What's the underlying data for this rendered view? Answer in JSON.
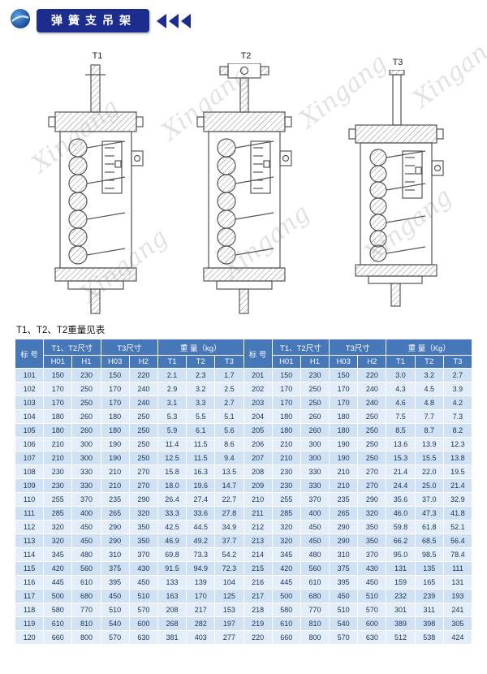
{
  "page": {
    "header": {
      "title": "弹簧支吊架"
    },
    "figures": [
      {
        "label": "T1"
      },
      {
        "label": "T2"
      },
      {
        "label": "T3"
      }
    ],
    "caption": "T1、T2、T2重量见表",
    "watermark": "Xingang"
  },
  "colors": {
    "brand_navy": "#1c2d8e",
    "table_header_blue": "#4677b9",
    "row_blue": "#cfe1f3",
    "row_blue_light": "#e4eefa"
  },
  "table": {
    "header": {
      "label_col": "标 号",
      "t1t2_size": "T1、T2尺寸",
      "t3_size": "T3尺寸",
      "weight_left": "重 量（kg）",
      "weight_right": "重 量（Kg）",
      "sub": [
        "H01",
        "H1",
        "H03",
        "H2",
        "T1",
        "T2",
        "T3"
      ]
    },
    "rows": [
      [
        "101",
        "150",
        "230",
        "150",
        "220",
        "2.1",
        "2.3",
        "1.7",
        "201",
        "150",
        "230",
        "150",
        "220",
        "3.0",
        "3.2",
        "2.7"
      ],
      [
        "102",
        "170",
        "250",
        "170",
        "240",
        "2.9",
        "3.2",
        "2.5",
        "202",
        "170",
        "250",
        "170",
        "240",
        "4.3",
        "4.5",
        "3.9"
      ],
      [
        "103",
        "170",
        "250",
        "170",
        "240",
        "3.1",
        "3.3",
        "2.7",
        "203",
        "170",
        "250",
        "170",
        "240",
        "4.6",
        "4.8",
        "4.2"
      ],
      [
        "104",
        "180",
        "260",
        "180",
        "250",
        "5.3",
        "5.5",
        "5.1",
        "204",
        "180",
        "260",
        "180",
        "250",
        "7.5",
        "7.7",
        "7.3"
      ],
      [
        "105",
        "180",
        "260",
        "180",
        "250",
        "5.9",
        "6.1",
        "5.6",
        "205",
        "180",
        "260",
        "180",
        "250",
        "8.5",
        "8.7",
        "8.2"
      ],
      [
        "106",
        "210",
        "300",
        "190",
        "250",
        "11.4",
        "11.5",
        "8.6",
        "206",
        "210",
        "300",
        "190",
        "250",
        "13.6",
        "13.9",
        "12.3"
      ],
      [
        "107",
        "210",
        "300",
        "190",
        "250",
        "12.5",
        "11.5",
        "9.4",
        "207",
        "210",
        "300",
        "190",
        "250",
        "15.3",
        "15.5",
        "13.8"
      ],
      [
        "108",
        "230",
        "330",
        "210",
        "270",
        "15.8",
        "16.3",
        "13.5",
        "208",
        "230",
        "330",
        "210",
        "270",
        "21.4",
        "22.0",
        "19.5"
      ],
      [
        "109",
        "230",
        "330",
        "210",
        "270",
        "18.0",
        "19.6",
        "14.7",
        "209",
        "230",
        "330",
        "210",
        "270",
        "24.4",
        "25.0",
        "21.4"
      ],
      [
        "110",
        "255",
        "370",
        "235",
        "290",
        "26.4",
        "27.4",
        "22.7",
        "210",
        "255",
        "370",
        "235",
        "290",
        "35.6",
        "37.0",
        "32.9"
      ],
      [
        "111",
        "285",
        "400",
        "265",
        "320",
        "33.3",
        "33.6",
        "27.8",
        "211",
        "285",
        "400",
        "265",
        "320",
        "46.0",
        "47.3",
        "41.8"
      ],
      [
        "112",
        "320",
        "450",
        "290",
        "350",
        "42.5",
        "44.5",
        "34.9",
        "212",
        "320",
        "450",
        "290",
        "350",
        "59.8",
        "61.8",
        "52.1"
      ],
      [
        "113",
        "320",
        "450",
        "290",
        "350",
        "46.9",
        "49.2",
        "37.7",
        "213",
        "320",
        "450",
        "290",
        "350",
        "66.2",
        "68.5",
        "56.4"
      ],
      [
        "114",
        "345",
        "480",
        "310",
        "370",
        "69.8",
        "73.3",
        "54.2",
        "214",
        "345",
        "480",
        "310",
        "370",
        "95.0",
        "98.5",
        "78.4"
      ],
      [
        "115",
        "420",
        "560",
        "375",
        "430",
        "91.5",
        "94.9",
        "72.3",
        "215",
        "420",
        "560",
        "375",
        "430",
        "131",
        "135",
        "111"
      ],
      [
        "116",
        "445",
        "610",
        "395",
        "450",
        "133",
        "139",
        "104",
        "216",
        "445",
        "610",
        "395",
        "450",
        "159",
        "165",
        "131"
      ],
      [
        "117",
        "500",
        "680",
        "450",
        "510",
        "163",
        "170",
        "125",
        "217",
        "500",
        "680",
        "450",
        "510",
        "232",
        "239",
        "193"
      ],
      [
        "118",
        "580",
        "770",
        "510",
        "570",
        "208",
        "217",
        "153",
        "218",
        "580",
        "770",
        "510",
        "570",
        "301",
        "311",
        "241"
      ],
      [
        "119",
        "610",
        "810",
        "540",
        "600",
        "268",
        "282",
        "197",
        "219",
        "610",
        "810",
        "540",
        "600",
        "389",
        "398",
        "305"
      ],
      [
        "120",
        "660",
        "800",
        "570",
        "630",
        "381",
        "403",
        "277",
        "220",
        "660",
        "800",
        "570",
        "630",
        "512",
        "538",
        "424"
      ]
    ]
  }
}
